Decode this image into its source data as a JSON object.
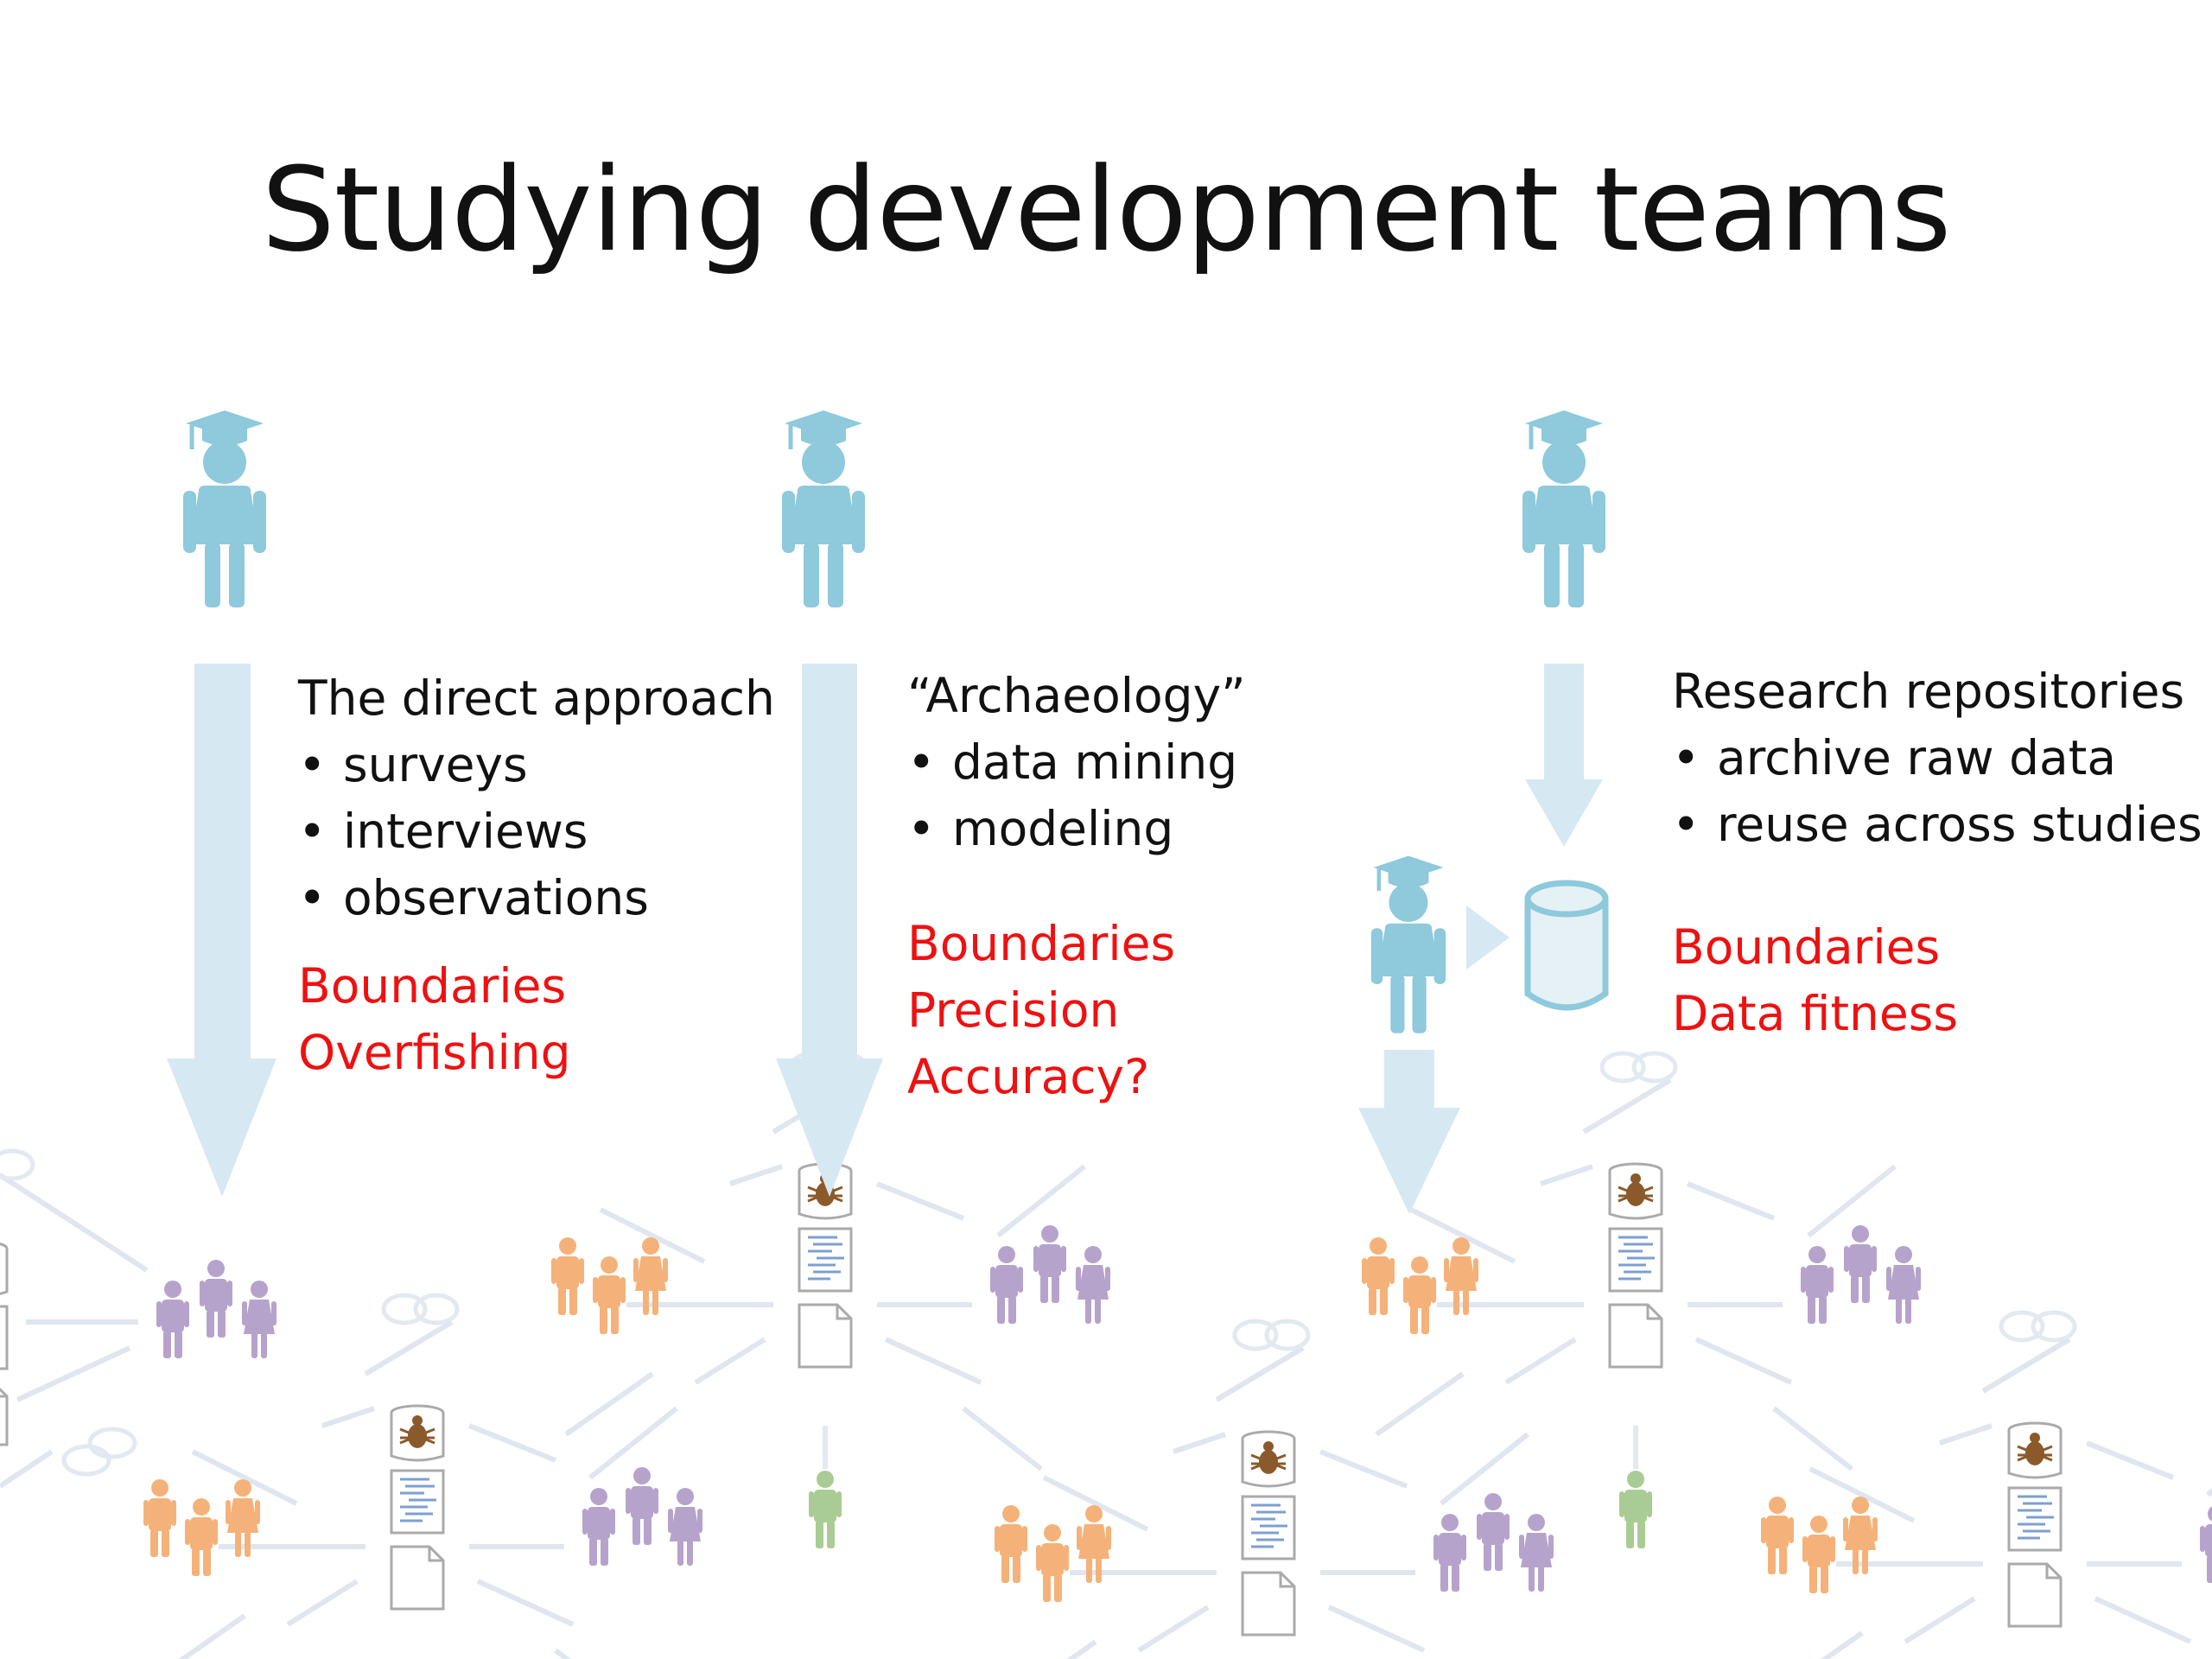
{
  "title": "Studying development teams",
  "columns": [
    {
      "heading": "The direct approach",
      "bullets": [
        "surveys",
        "interviews",
        "observations"
      ],
      "challenges": [
        "Boundaries",
        "Overfishing"
      ]
    },
    {
      "heading": "“Archaeology”",
      "bullets": [
        "data mining",
        "modeling"
      ],
      "challenges": [
        "Boundaries",
        "Precision",
        "Accuracy?"
      ]
    },
    {
      "heading": "Research repositories",
      "bullets": [
        "archive raw data",
        "reuse across studies"
      ],
      "challenges": [
        "Boundaries",
        "Data fitness"
      ]
    }
  ],
  "icons": {
    "researcher": "graduate-researcher-icon",
    "repository": "database-cylinder-icon",
    "bug_tracker": "bug-database-icon",
    "source_code": "source-code-document-icon",
    "document": "document-icon",
    "developer_group": "developer-group-icon"
  },
  "colors": {
    "researcher": "#8ec9dc",
    "arrow": "#d6e9f2",
    "challenge_text": "#ee1111",
    "developers_orange": "#f4b27a",
    "developers_purple": "#b6a3cb",
    "developer_green": "#a9cc94",
    "bug": "#8b5a2b"
  }
}
